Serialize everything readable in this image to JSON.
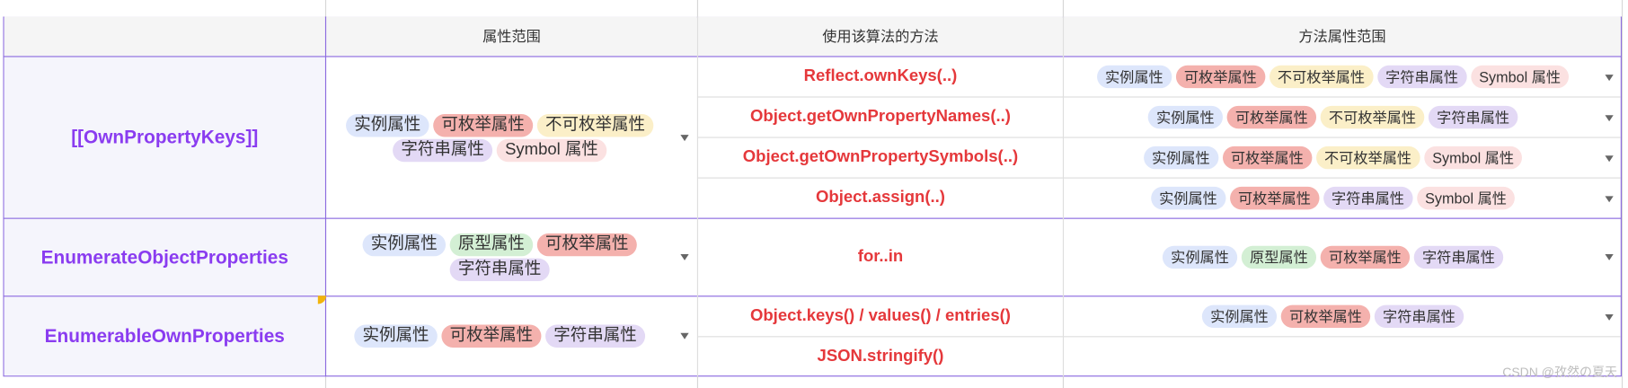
{
  "header": {
    "col2": "属性范围",
    "col3": "使用该算法的方法",
    "col4": "方法属性范围"
  },
  "groups": [
    {
      "name": "[[OwnPropertyKeys]]",
      "scope": [
        "实例属性",
        "可枚举属性",
        "不可枚举属性",
        "字符串属性",
        "Symbol 属性"
      ],
      "methods": [
        {
          "name": "Reflect.ownKeys(..)",
          "scope": [
            "实例属性",
            "可枚举属性",
            "不可枚举属性",
            "字符串属性",
            "Symbol 属性"
          ]
        },
        {
          "name": "Object.getOwnPropertyNames(..)",
          "scope": [
            "实例属性",
            "可枚举属性",
            "不可枚举属性",
            "字符串属性"
          ]
        },
        {
          "name": "Object.getOwnPropertySymbols(..)",
          "scope": [
            "实例属性",
            "可枚举属性",
            "不可枚举属性",
            "Symbol 属性"
          ]
        },
        {
          "name": "Object.assign(..)",
          "scope": [
            "实例属性",
            "可枚举属性",
            "字符串属性",
            "Symbol 属性"
          ]
        }
      ]
    },
    {
      "name": "EnumerateObjectProperties",
      "scope": [
        "实例属性",
        "原型属性",
        "可枚举属性",
        "字符串属性"
      ],
      "methods": [
        {
          "name": "for..in",
          "scope": [
            "实例属性",
            "原型属性",
            "可枚举属性",
            "字符串属性"
          ]
        }
      ]
    },
    {
      "name": "EnumerableOwnProperties",
      "scope": [
        "实例属性",
        "可枚举属性",
        "字符串属性"
      ],
      "methods": [
        {
          "name": "Object.keys() / values() / entries()",
          "scope": [
            "实例属性",
            "可枚举属性",
            "字符串属性"
          ]
        },
        {
          "name": "JSON.stringify()",
          "scope": []
        }
      ]
    }
  ],
  "tag_colors": {
    "实例属性": "#dde6fb",
    "原型属性": "#d3efd4",
    "可枚举属性": "#f4b1ad",
    "不可枚举属性": "#fbefc8",
    "字符串属性": "#e3d9f5",
    "Symbol 属性": "#fbe1e1"
  },
  "watermark": "CSDN @孜然の夏天"
}
